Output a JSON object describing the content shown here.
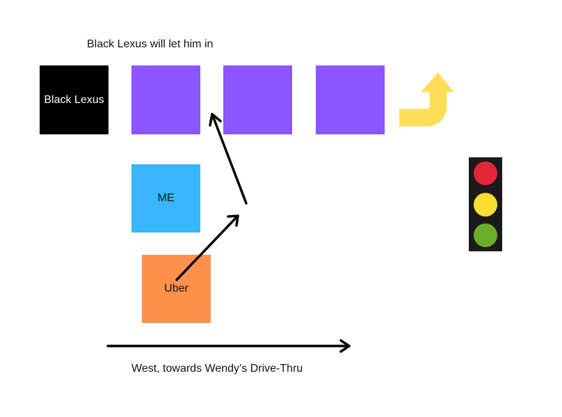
{
  "caption_top": "Black Lexus will let him in",
  "caption_bottom": "West, towards Wendy’s Drive-Thru",
  "cars": {
    "black_lexus": {
      "label": "Black Lexus",
      "color": "#000000",
      "text_color": "#ffffff"
    },
    "lane_car_1": {
      "label": "",
      "color": "#8b55ff"
    },
    "lane_car_2": {
      "label": "",
      "color": "#8b55ff"
    },
    "lane_car_3": {
      "label": "",
      "color": "#8b55ff"
    },
    "me": {
      "label": "ME",
      "color": "#38b6ff",
      "text_color": "#111111"
    },
    "uber": {
      "label": "Uber",
      "color": "#ff914d",
      "text_color": "#111111"
    }
  },
  "turn_arrow_color": "#ffde59",
  "traffic_light": {
    "housing_color": "#1a1a1a",
    "lights": [
      "#e32636",
      "#ffde34",
      "#6aae27"
    ]
  },
  "arrow_color": "#000000"
}
